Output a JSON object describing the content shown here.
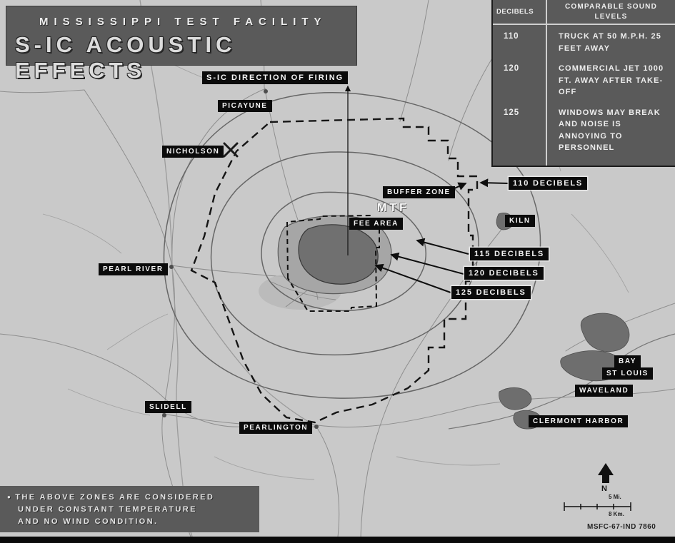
{
  "title": {
    "line1": "MISSISSIPPI TEST FACILITY",
    "line2": "S-IC ACOUSTIC EFFECTS"
  },
  "legend": {
    "col_decibels": "DECIBELS",
    "col_levels": "COMPARABLE SOUND LEVELS",
    "rows": [
      {
        "db": "110",
        "desc": "TRUCK AT 50 M.P.H. 25 FEET AWAY"
      },
      {
        "db": "120",
        "desc": "COMMERCIAL JET 1000 FT. AWAY AFTER TAKE-OFF"
      },
      {
        "db": "125",
        "desc": "WINDOWS MAY BREAK AND NOISE IS ANNOYING TO PERSONNEL"
      }
    ]
  },
  "labels": {
    "firing_direction": "S-IC DIRECTION OF FIRING",
    "picayune": "PICAYUNE",
    "nicholson": "NICHOLSON",
    "buffer_zone": "BUFFER ZONE",
    "db110": "110 DECIBELS",
    "mtf": "MTF",
    "fee_area": "FEE AREA",
    "kiln": "KILN",
    "pearl_river": "PEARL RIVER",
    "db115": "115 DECIBELS",
    "db120": "120 DECIBELS",
    "db125": "125 DECIBELS",
    "slidell": "SLIDELL",
    "pearlington": "PEARLINGTON",
    "bay": "BAY",
    "st_louis": "ST LOUIS",
    "waveland": "WAVELAND",
    "clermont_harbor": "CLERMONT HARBOR"
  },
  "note": {
    "bullet": "●",
    "line1": "THE ABOVE ZONES ARE CONSIDERED",
    "line2": "UNDER CONSTANT TEMPERATURE",
    "line3": "AND NO WIND CONDITION."
  },
  "footer": {
    "north": "N",
    "scale_miles": "5 Mi.",
    "scale_km": "8 Km.",
    "figure_id": "MSFC-67-IND 7860"
  },
  "colors": {
    "panel": "#5a5a5a",
    "map_bg": "#c9c9c9",
    "zone_120_fill": "#a6a6a6",
    "zone_125_fill": "#707070",
    "water_fill": "#6e6e6e",
    "label_bg": "#0b0b0b"
  }
}
